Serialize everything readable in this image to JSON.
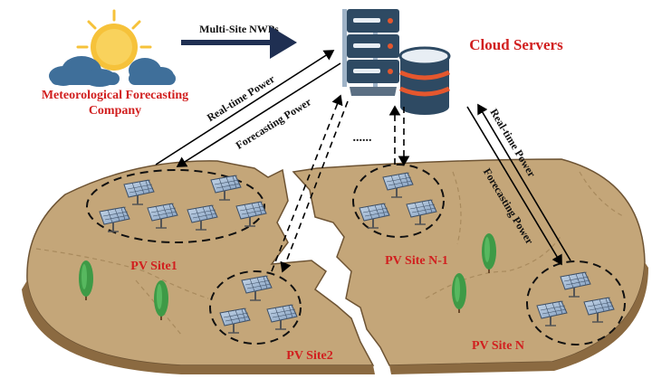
{
  "company": {
    "line1": "Meteorological Forecasting",
    "line2": "Company"
  },
  "cloud_servers": {
    "label": "Cloud Servers"
  },
  "nwp_arrow": {
    "label": "Multi-Site NWPs"
  },
  "left_link": {
    "realtime_label": "Real-time Power",
    "forecast_label": "Forecasting Power"
  },
  "right_link": {
    "realtime_label": "Real-time Power",
    "forecast_label": "Forecasting Power"
  },
  "ellipsis": {
    "label": "......"
  },
  "sites": {
    "site1": "PV Site1",
    "site2": "PV Site2",
    "siteN1": "PV Site N-1",
    "siteN": "PV Site N"
  },
  "colors": {
    "ground": "#c4a679",
    "ground_edge": "#6e5434",
    "label_red": "#d11f1f",
    "server_dark": "#2e4a63",
    "nwp_arrow": "#1f2f52",
    "sun": "#f6c23a",
    "cloud": "#3f6f9a",
    "tree": "#3e9a46"
  },
  "icons": [
    "sun-icon",
    "cloud-icon",
    "server-rack-icon",
    "database-icon",
    "solar-panel-icon",
    "tree-icon"
  ]
}
